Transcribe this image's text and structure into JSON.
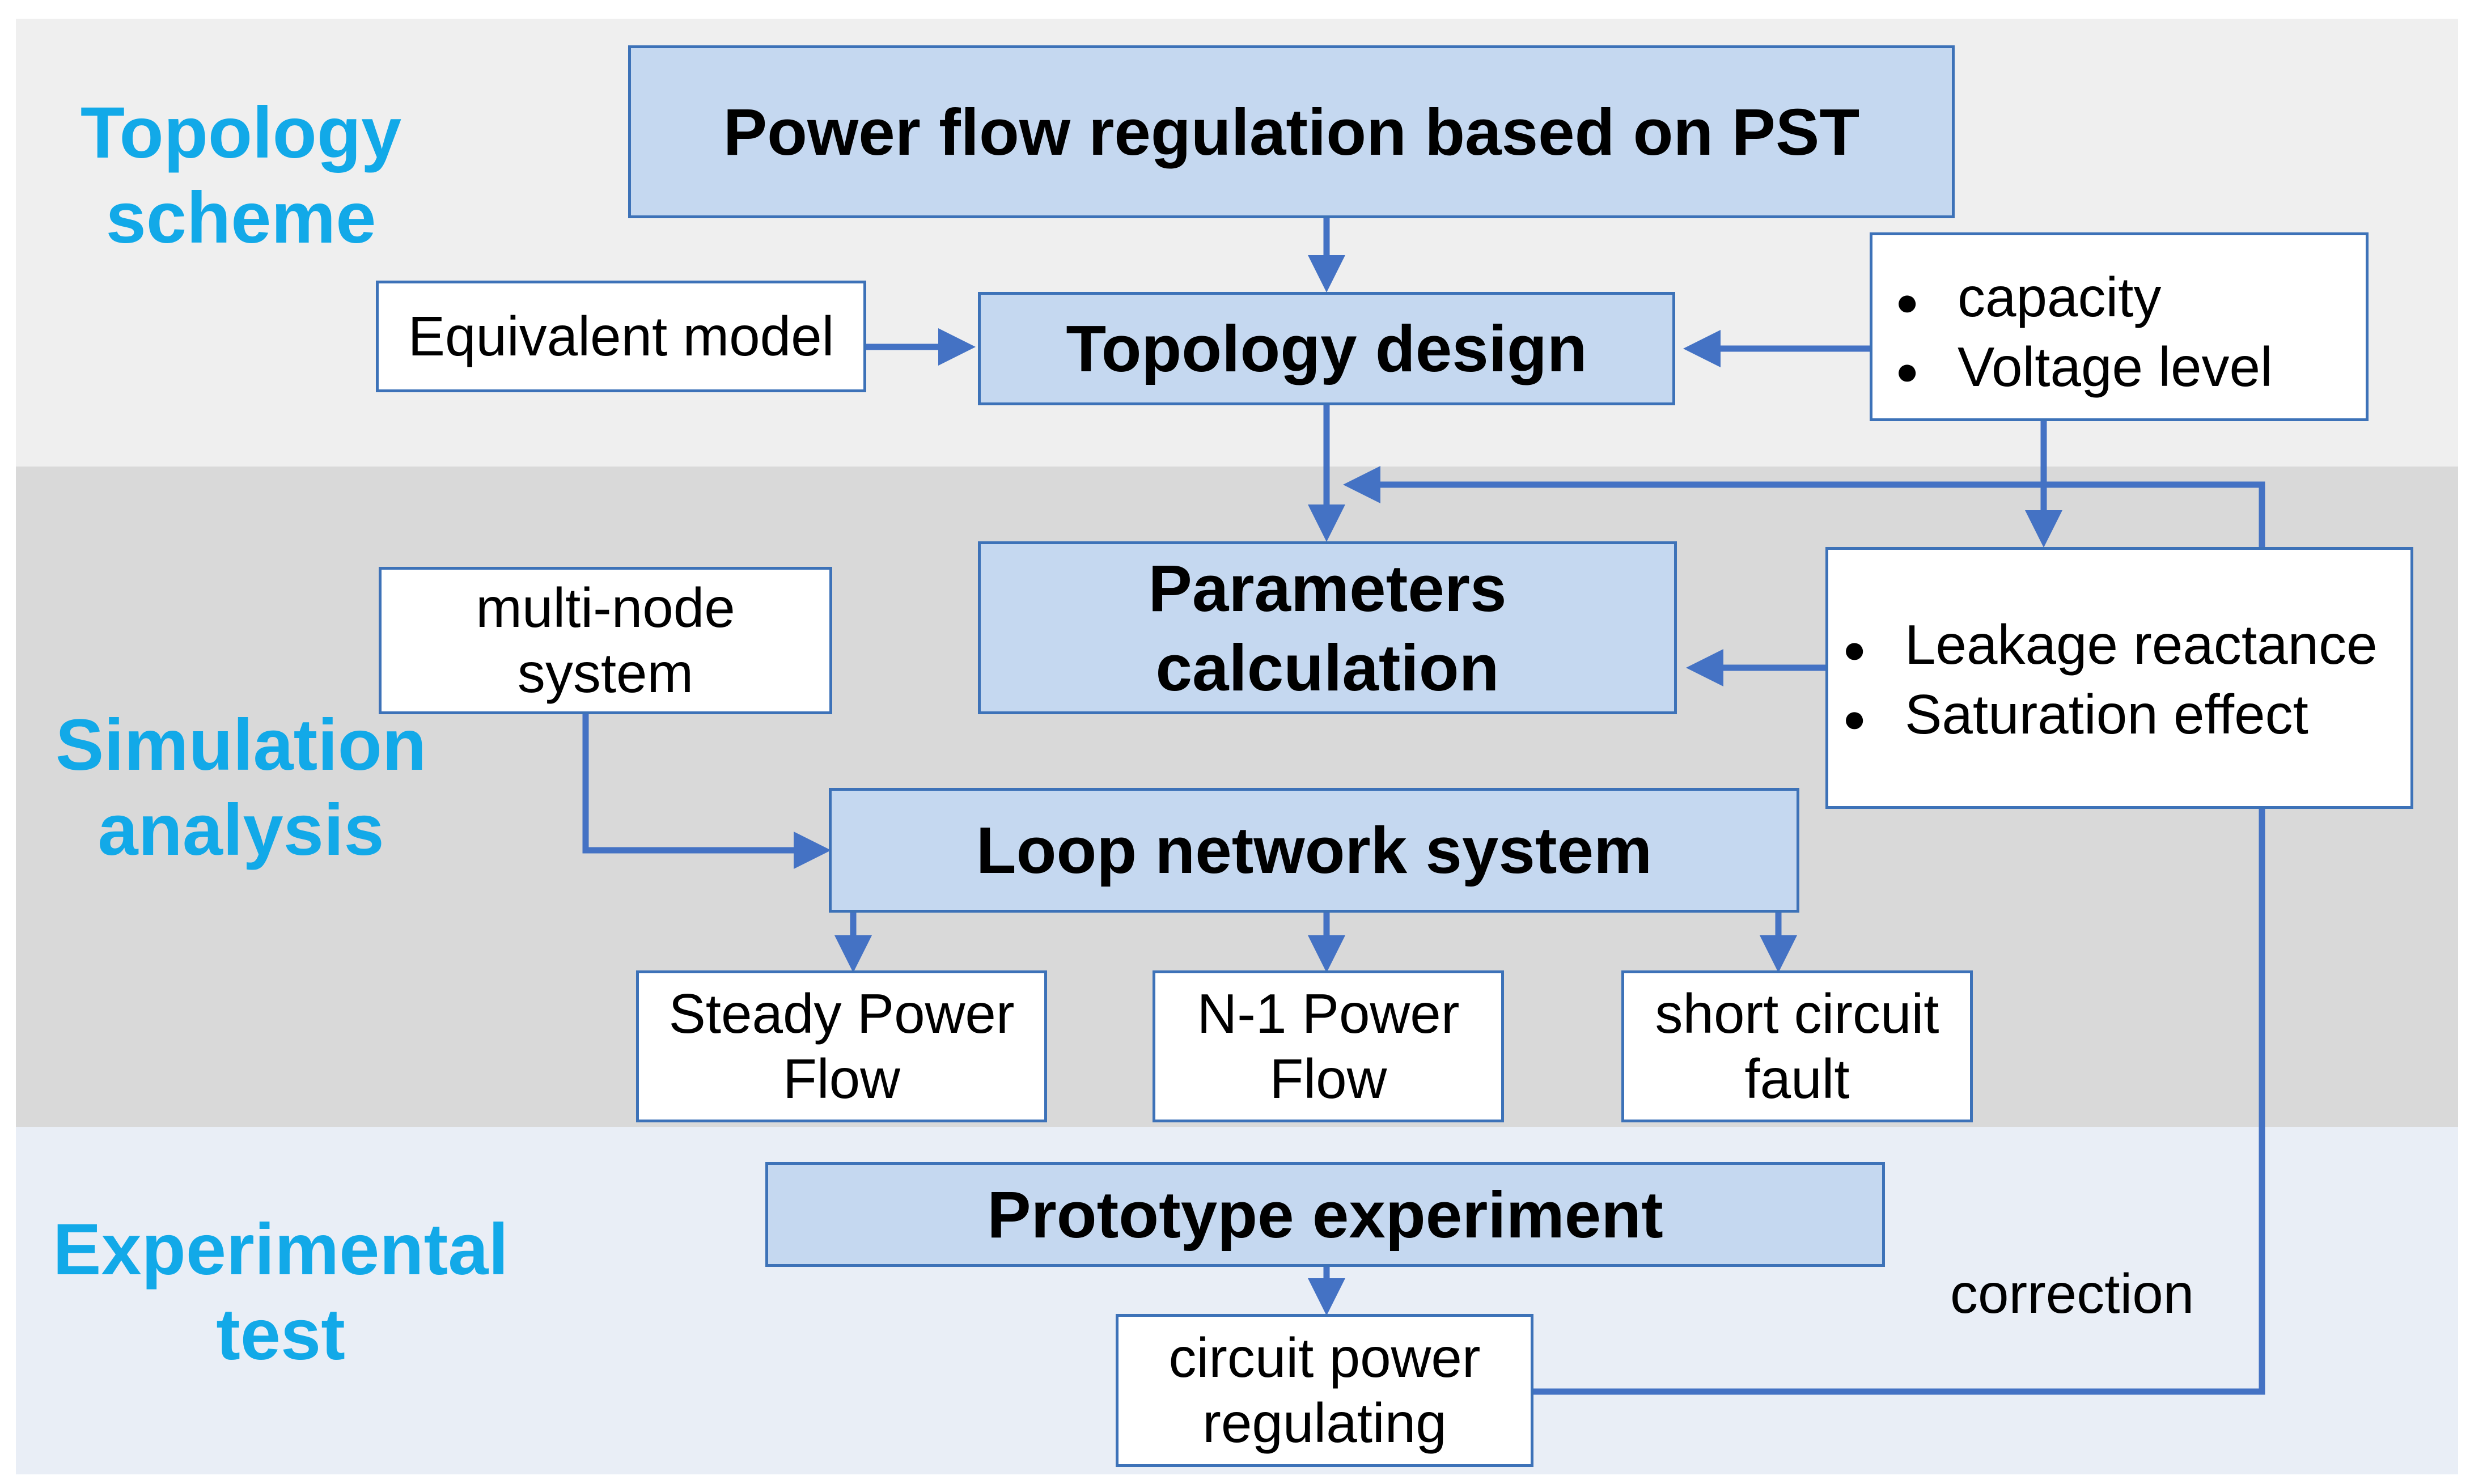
{
  "sections": {
    "topology": [
      "Topology",
      "scheme"
    ],
    "simulation": [
      "Simulation",
      "analysis"
    ],
    "experimental": [
      "Experimental",
      "test"
    ]
  },
  "boxes": {
    "power_flow_pst": "Power flow regulation based on PST",
    "equivalent_model": "Equivalent model",
    "topology_design": "Topology design",
    "capacity_voltage": [
      "capacity",
      "Voltage level"
    ],
    "parameters_calculation": [
      "Parameters",
      "calculation"
    ],
    "multi_node_system": [
      "multi-node",
      "system"
    ],
    "leakage_saturation": [
      "Leakage reactance",
      "Saturation effect"
    ],
    "loop_network_system": "Loop network system",
    "steady_power_flow": [
      "Steady Power",
      "Flow"
    ],
    "n1_power_flow": [
      "N-1 Power",
      "Flow"
    ],
    "short_circuit_fault": [
      "short circuit",
      "fault"
    ],
    "prototype_experiment": "Prototype experiment",
    "circuit_power_regulating": [
      "circuit power",
      "regulating"
    ]
  },
  "annotations": {
    "correction": "correction"
  },
  "bullet_symbol": "●",
  "colors": {
    "section_label": "#12a9e8",
    "box_fill_primary": "#c5d8f0",
    "box_border": "#3d72b8",
    "arrow": "#4472c4",
    "band_top": "#efefef",
    "band_middle": "#d9d9d9",
    "band_bottom": "#e9eef6"
  }
}
